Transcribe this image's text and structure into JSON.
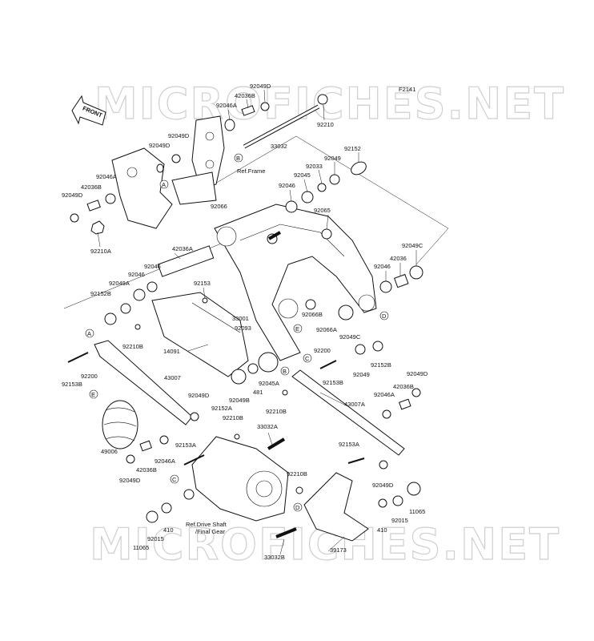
{
  "watermark": {
    "top": "MICROFICHES.NET",
    "bottom": "MICROFICHES.NET"
  },
  "figure_id": "F2141",
  "front_arrow": "FRONT",
  "refs": {
    "frame": "Ref.Frame",
    "drive_1": "Ref.Drive Shaft",
    "drive_2": "/Final Gear"
  },
  "callouts": [
    "A",
    "B",
    "C",
    "D",
    "E"
  ],
  "labels": {
    "p92049D_top": "92049D",
    "p42036B_top": "42036B",
    "p92046A_top": "92046A",
    "p92049D_a": "92049D",
    "p92049D_b": "92049D",
    "p33032": "33032",
    "p92210": "92210",
    "p92152_top": "92152",
    "p92049_top": "92049",
    "p92033": "92033",
    "p92045_top": "92045",
    "p92046_top": "92046",
    "p92065": "92065",
    "p92066": "92066",
    "p92046A_l": "92046A",
    "p42036B_l": "42036B",
    "p92049D_l": "92049D",
    "p92210A": "92210A",
    "p42036A": "42036A",
    "p92046_ml": "92046",
    "p92046_m2": "92046",
    "p92049A": "92049A",
    "p92152B_l": "92152B",
    "p92153": "92153",
    "p33001": "33001",
    "p92093": "92093",
    "p92066B": "92066B",
    "p92066A": "92066A",
    "p92049C_m": "92049C",
    "p92049C_r": "92049C",
    "p92046_r": "92046",
    "p42036_r": "42036",
    "p14091": "14091",
    "p92210B_l": "92210B",
    "p92200_l": "92200",
    "p92153B_l": "92153B",
    "p43007": "43007",
    "p92200_r": "92200",
    "p92049_r": "92049",
    "p92152B_r": "92152B",
    "p92153B_r": "92153B",
    "p92045A": "92045A",
    "p481": "481",
    "p92049B": "92049B",
    "p92152A": "92152A",
    "p92049D_r": "92049D",
    "p42036B_r": "42036B",
    "p92046A_r": "92046A",
    "p43007A": "43007A",
    "p92210B_m": "92210B",
    "p92210B_c": "92210B",
    "p49006": "49006",
    "p92049D_ml": "92049D",
    "p92046A_bl": "92046A",
    "p42036B_bl": "42036B",
    "p92049D_bl": "92049D",
    "p33032A": "33032A",
    "p92153A_l": "92153A",
    "p92153A_r": "92153A",
    "p92049D_br": "92049D",
    "p92210B_b": "92210B",
    "p11065_r": "11065",
    "p92015_r": "92015",
    "p410_r": "410",
    "p11065_l": "11065",
    "p92015_l": "92015",
    "p410_l": "410",
    "p33032B": "33032B",
    "p39173": "39173"
  }
}
